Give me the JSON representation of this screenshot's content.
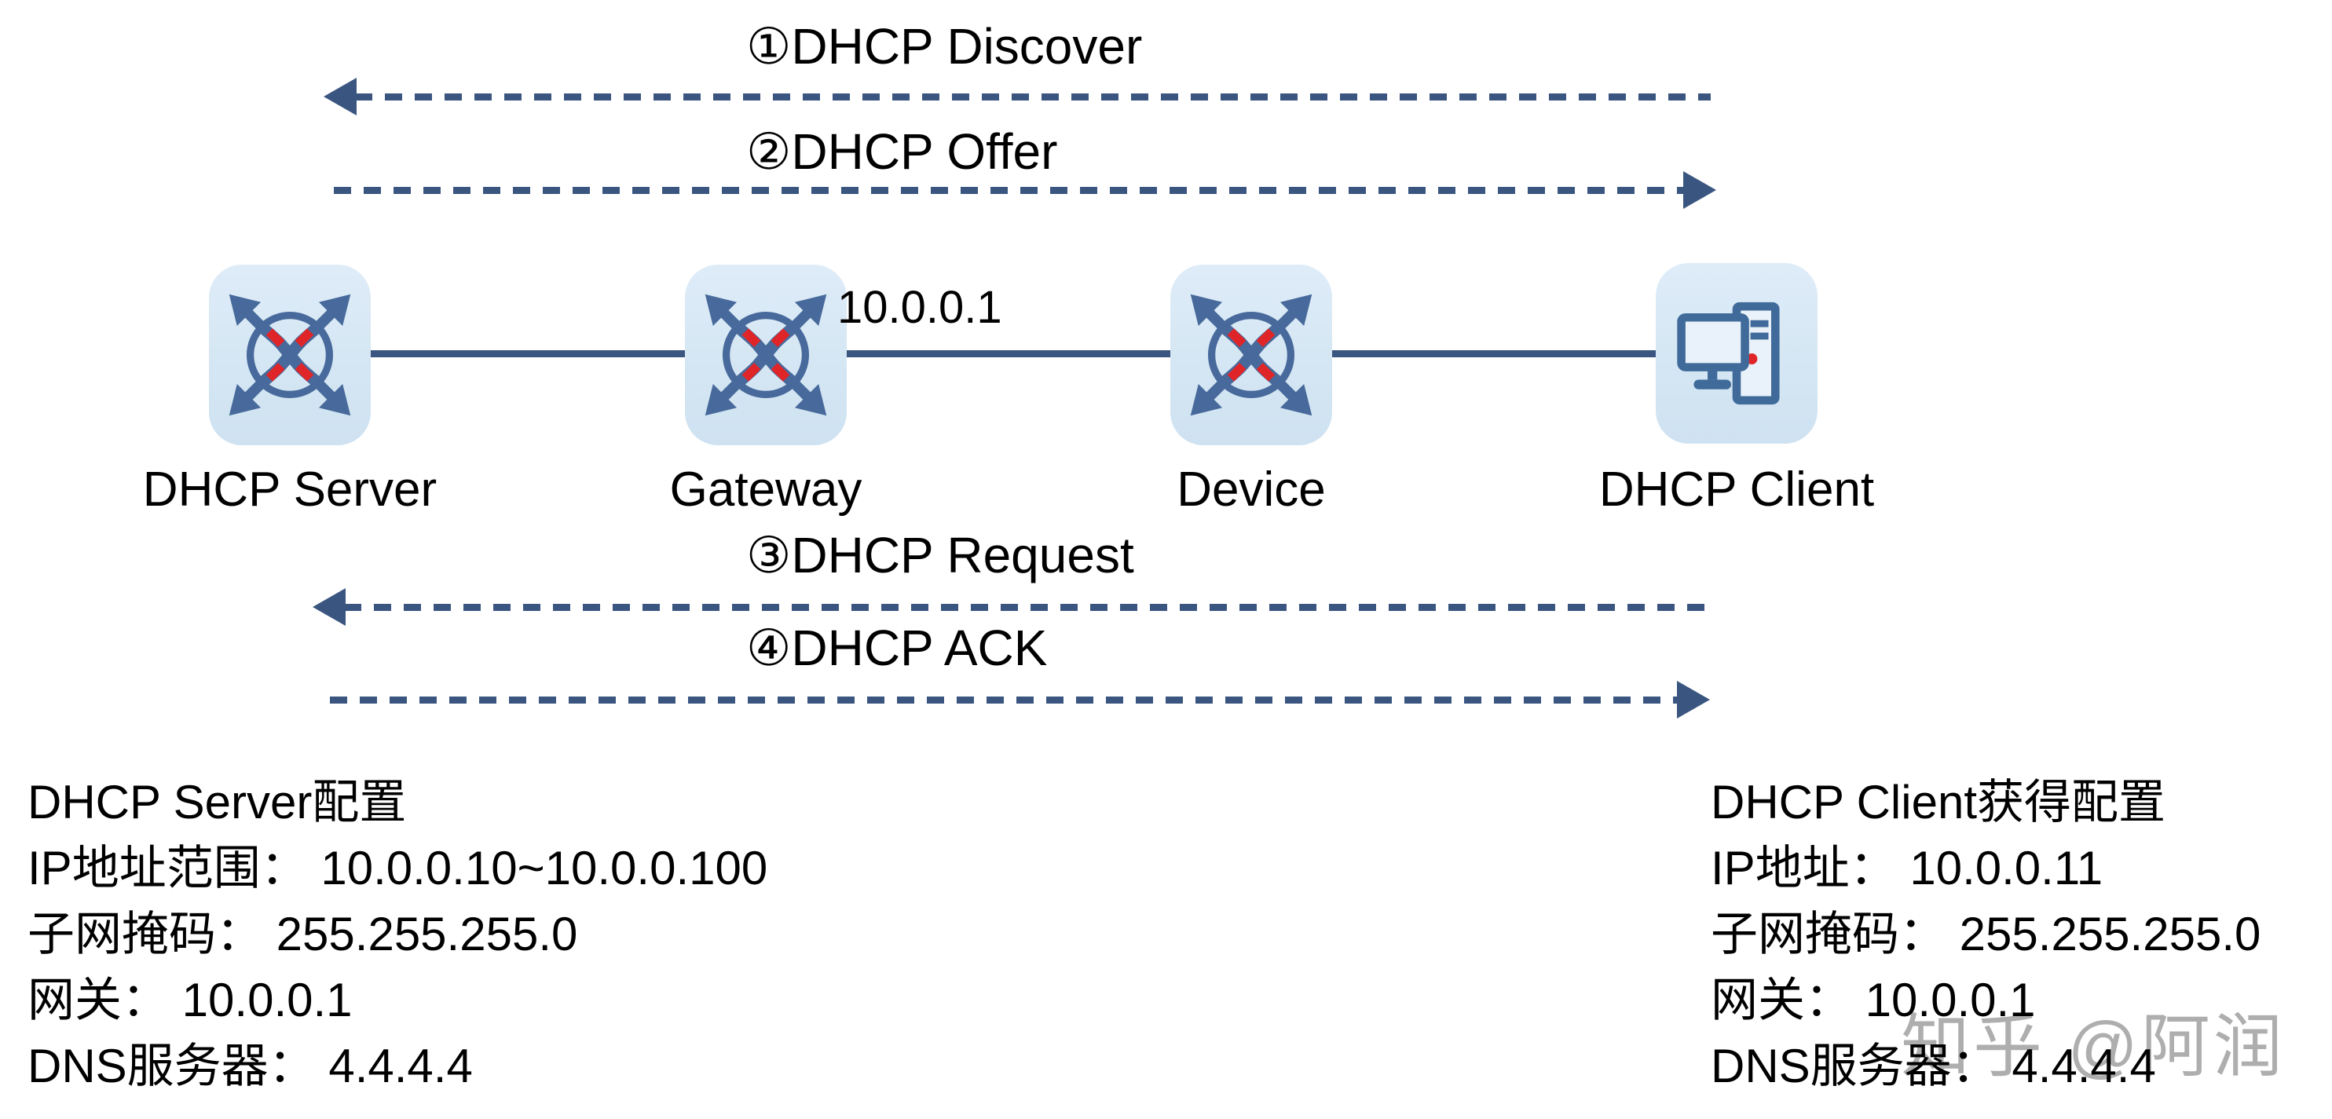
{
  "diagram": {
    "type": "network-sequence-diagram",
    "topic": "DHCP address allocation process"
  },
  "colors": {
    "arrow_line": "#3a5680",
    "icon_stroke": "#47699b",
    "icon_bg_top": "#deecf8",
    "icon_bg_bottom": "#cfe2f1",
    "red_accent": "#e02529",
    "text": "#000000",
    "watermark": "#aeaeae",
    "background": "#ffffff"
  },
  "messages": [
    {
      "label": "①DHCP Discover",
      "direction": "left"
    },
    {
      "label": "②DHCP Offer",
      "direction": "right"
    },
    {
      "label": "③DHCP Request",
      "direction": "left"
    },
    {
      "label": "④DHCP ACK",
      "direction": "right"
    }
  ],
  "nodes": [
    {
      "name": "DHCP Server",
      "icon": "router-icon"
    },
    {
      "name": "Gateway",
      "icon": "router-icon"
    },
    {
      "name": "Device",
      "icon": "router-icon"
    },
    {
      "name": "DHCP Client",
      "icon": "computer-icon"
    }
  ],
  "link_label": "10.0.0.1",
  "server_config": {
    "title": "DHCP Server配置",
    "lines": [
      "IP地址范围： 10.0.0.10~10.0.0.100",
      "子网掩码： 255.255.255.0",
      "网关： 10.0.0.1",
      "DNS服务器： 4.4.4.4"
    ]
  },
  "client_config": {
    "title": "DHCP Client获得配置",
    "lines": [
      "IP地址： 10.0.0.11",
      "子网掩码： 255.255.255.0",
      "网关： 10.0.0.1",
      "DNS服务器： 4.4.4.4"
    ]
  },
  "watermark": "知乎 @阿润"
}
